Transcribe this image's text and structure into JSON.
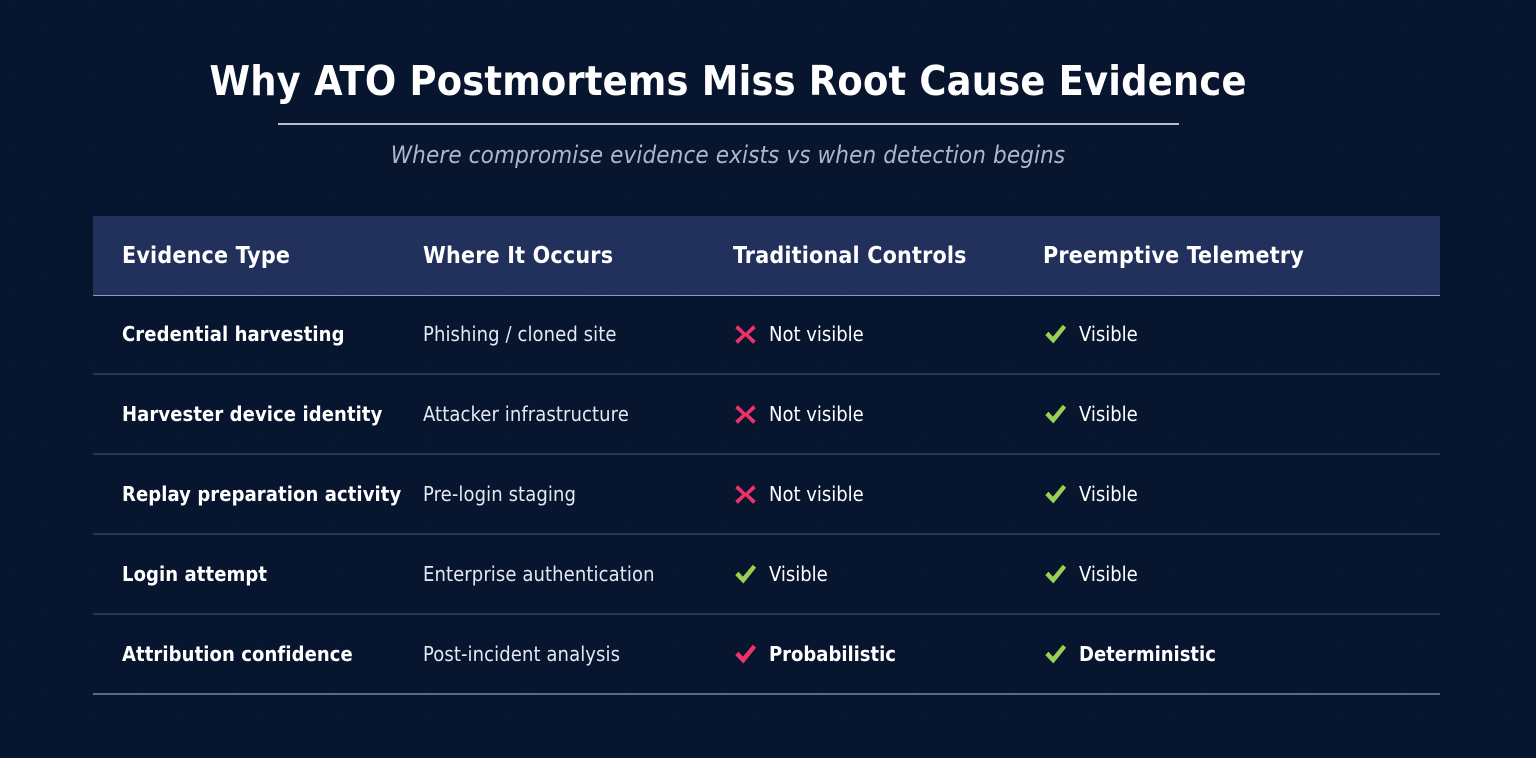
{
  "header": {
    "title": "Why ATO Postmortems Miss Root Cause Evidence",
    "subtitle": "Where compromise evidence exists vs when detection begins"
  },
  "colors": {
    "page_background": "#07152f",
    "header_row_background": "#22305c",
    "title_text": "#ffffff",
    "subtitle_text": "#aeb6cc",
    "rule": "#b7bed2",
    "row_divider": "#24365f",
    "negative_icon": "#f0326a",
    "positive_icon": "#9ad04e"
  },
  "table": {
    "columns": [
      "Evidence Type",
      "Where It Occurs",
      "Traditional Controls",
      "Preemptive Telemetry"
    ],
    "rows": [
      {
        "evidence_type": "Credential harvesting",
        "where_it_occurs": "Phishing / cloned site",
        "traditional_controls": {
          "icon": "cross-icon",
          "label": "Not visible"
        },
        "preemptive_telemetry": {
          "icon": "check-icon",
          "label": "Visible"
        }
      },
      {
        "evidence_type": "Harvester device identity",
        "where_it_occurs": "Attacker infrastructure",
        "traditional_controls": {
          "icon": "cross-icon",
          "label": "Not visible"
        },
        "preemptive_telemetry": {
          "icon": "check-icon",
          "label": "Visible"
        }
      },
      {
        "evidence_type": "Replay preparation activity",
        "where_it_occurs": "Pre-login staging",
        "traditional_controls": {
          "icon": "cross-icon",
          "label": "Not visible"
        },
        "preemptive_telemetry": {
          "icon": "check-icon",
          "label": "Visible"
        }
      },
      {
        "evidence_type": "Login attempt",
        "where_it_occurs": "Enterprise authentication",
        "traditional_controls": {
          "icon": "check-icon",
          "label": "Visible"
        },
        "preemptive_telemetry": {
          "icon": "check-icon",
          "label": "Visible"
        }
      },
      {
        "evidence_type": "Attribution confidence",
        "where_it_occurs": "Post-incident analysis",
        "traditional_controls": {
          "icon": "check-icon-pink",
          "label": "Probabilistic"
        },
        "preemptive_telemetry": {
          "icon": "check-icon",
          "label": "Deterministic"
        }
      }
    ]
  }
}
